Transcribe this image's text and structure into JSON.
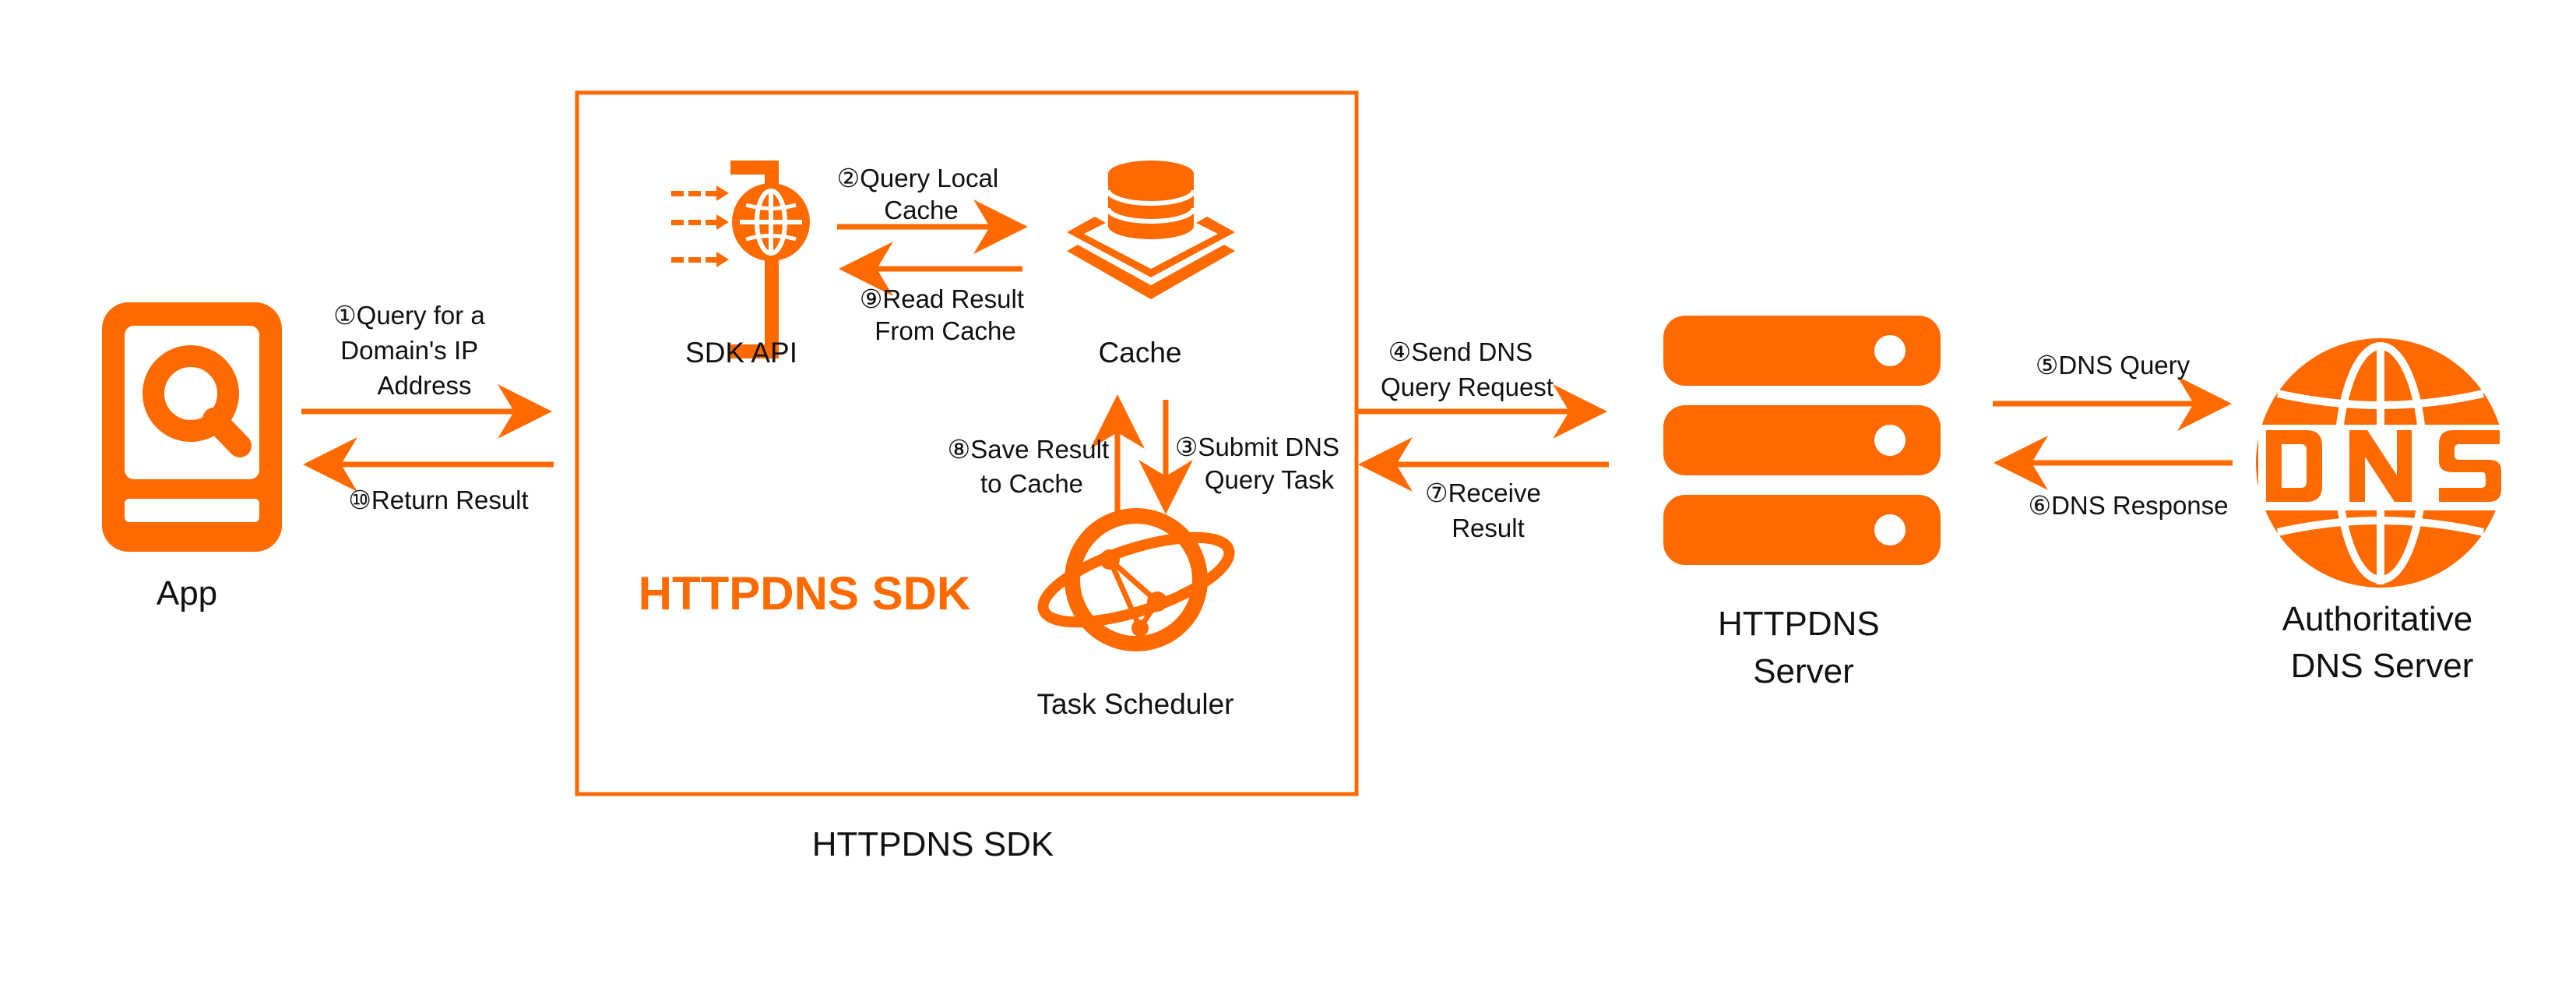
{
  "colors": {
    "accent": "#FF6A00",
    "text": "#111111",
    "background": "#FFFFFF"
  },
  "nodes": {
    "app": {
      "label": "App",
      "icon": "search-app-icon"
    },
    "sdk_api": {
      "label": "SDK API",
      "icon": "gateway-globe-icon"
    },
    "cache": {
      "label": "Cache",
      "icon": "database-layers-icon"
    },
    "task_scheduler": {
      "label": "Task Scheduler",
      "icon": "orbit-network-icon"
    },
    "httpdns_server": {
      "label_lines": [
        "HTTPDNS",
        "Server"
      ],
      "icon": "server-rack-icon"
    },
    "auth_dns": {
      "label_lines": [
        "Authoritative",
        "DNS Server"
      ],
      "icon": "dns-globe-icon"
    }
  },
  "sdk_box": {
    "inner_title": "HTTPDNS SDK",
    "caption": "HTTPDNS SDK"
  },
  "steps": {
    "s1": [
      "①Query for a",
      "Domain's IP",
      "Address"
    ],
    "s2": [
      "②Query Local",
      "Cache"
    ],
    "s3": [
      "③Submit DNS",
      "Query Task"
    ],
    "s4": [
      "④Send DNS",
      "Query Request"
    ],
    "s5": [
      "⑤DNS Query"
    ],
    "s6": [
      "⑥DNS Response"
    ],
    "s7": [
      "⑦Receive",
      "Result"
    ],
    "s8": [
      "⑧Save Result",
      "to Cache"
    ],
    "s9": [
      "⑨Read Result",
      "From Cache"
    ],
    "s10": [
      "⑩Return Result"
    ]
  }
}
